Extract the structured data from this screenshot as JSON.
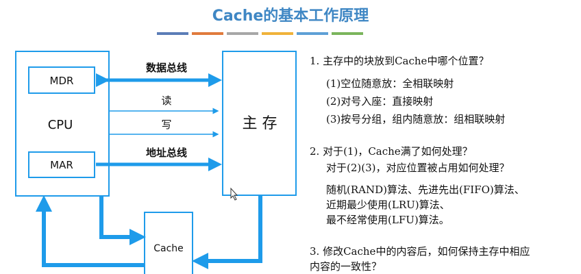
{
  "title": "Cache的基本工作原理",
  "title_bar_colors": [
    "#5b7db7",
    "#e07a3c",
    "#a7a7a7",
    "#f0b23a",
    "#5ea0d6",
    "#7ab55c"
  ],
  "diagram": {
    "cpu": {
      "label": "CPU",
      "mdr": "MDR",
      "mar": "MAR"
    },
    "main_memory": "主 存",
    "cache": "Cache",
    "buses": {
      "data": "数据总线",
      "read": "读",
      "write": "写",
      "address": "地址总线"
    },
    "arrow_color": "#1e9bea"
  },
  "notes": {
    "q1": {
      "title": "1. 主存中的块放到Cache中哪个位置？",
      "items": [
        "(1)空位随意放：全相联映射",
        "(2)对号入座：直接映射",
        "(3)按号分组，组内随意放：组相联映射"
      ]
    },
    "q2": {
      "title_lines": [
        "2. 对于(1)，Cache满了如何处理？",
        "对于(2)(3)，对应位置被占用如何处理？"
      ],
      "items": [
        "随机(RAND)算法、先进先出(FIFO)算法、",
        "近期最少使用(LRU)算法、",
        "最不经常使用(LFU)算法。"
      ]
    },
    "q3": {
      "title_lines": [
        "3. 修改Cache中的内容后，如何保持主存中相应",
        "内容的一致性？"
      ]
    }
  }
}
